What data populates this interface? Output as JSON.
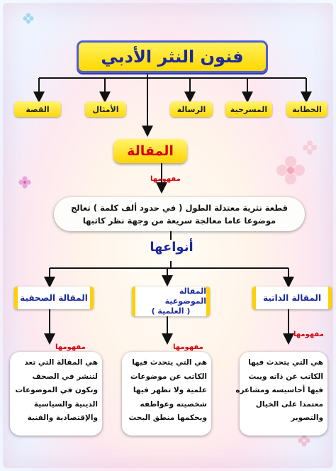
{
  "title": "فنون النثر الأدبي",
  "genres": [
    "الخطابة",
    "المسرحية",
    "الرسالة",
    "الأمثال",
    "القصة"
  ],
  "maqala": {
    "label": "المقالة",
    "concept_label": "مفهومها",
    "definition": [
      "قطعة نثرية معتدلة الطول ( في حدود ألف كلمة ) تعالج",
      "موضوعا عاما معالجة سريعة من وجهة نظر كاتبها"
    ]
  },
  "types_label": "أنواعها",
  "types": [
    {
      "title": [
        "المقالة الذاتية"
      ],
      "concept_label": "مفهومها",
      "description": [
        "هي التي يتحدث فيها",
        "الكاتب عن ذاته ويبث",
        "فيها أحاسيسه ومشاعره",
        "معتمدا على الخيال",
        "والتصوير"
      ]
    },
    {
      "title": [
        "المقالة الموضوعية",
        "( العلمية )"
      ],
      "concept_label": "مفهومها",
      "description": [
        "هي التي يتحدث فيها",
        "الكاتب عن موضوعات",
        "علمية ولا تظهر فيها",
        "شخصيته وعواطفه",
        "ويحكمها منطق البحث"
      ]
    },
    {
      "title": [
        "المقالة الصحفية"
      ],
      "concept_label": "مفهومها",
      "description": [
        "هي المقالة التي تعد",
        "لتنشر في الصحف",
        "وتكون في الموضوعات",
        "الدينية والسياسية",
        "والإقتصادية والفنية"
      ]
    }
  ],
  "colors": {
    "title_border": "#4c5fd6",
    "title_text": "#1d2a9a",
    "accent_red": "#d8000c",
    "yellow": "#ffd800"
  },
  "icons": [
    "flower-icon"
  ]
}
